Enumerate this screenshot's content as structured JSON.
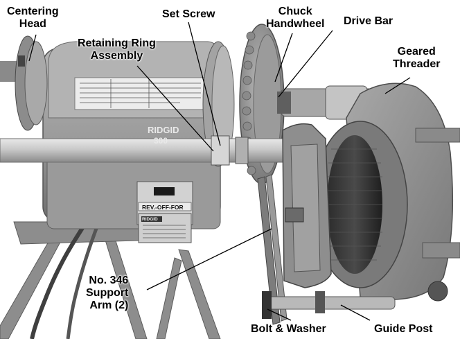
{
  "figure": {
    "machine_badge": "RIDGID",
    "machine_model": "300",
    "switch_label": "REV.-OFF-FOR",
    "nameplate_brand": "RIDGID",
    "labels": {
      "centering_head": [
        "Centering",
        "Head"
      ],
      "set_screw": "Set Screw",
      "retaining_ring_assembly": [
        "Retaining Ring",
        "Assembly"
      ],
      "chuck_handwheel": [
        "Chuck",
        "Handwheel"
      ],
      "drive_bar": "Drive Bar",
      "geared_threader": [
        "Geared",
        "Threader"
      ],
      "support_arm": [
        "No. 346",
        "Support",
        "Arm (2)"
      ],
      "bolt_washer": "Bolt & Washer",
      "guide_post": "Guide Post"
    }
  }
}
